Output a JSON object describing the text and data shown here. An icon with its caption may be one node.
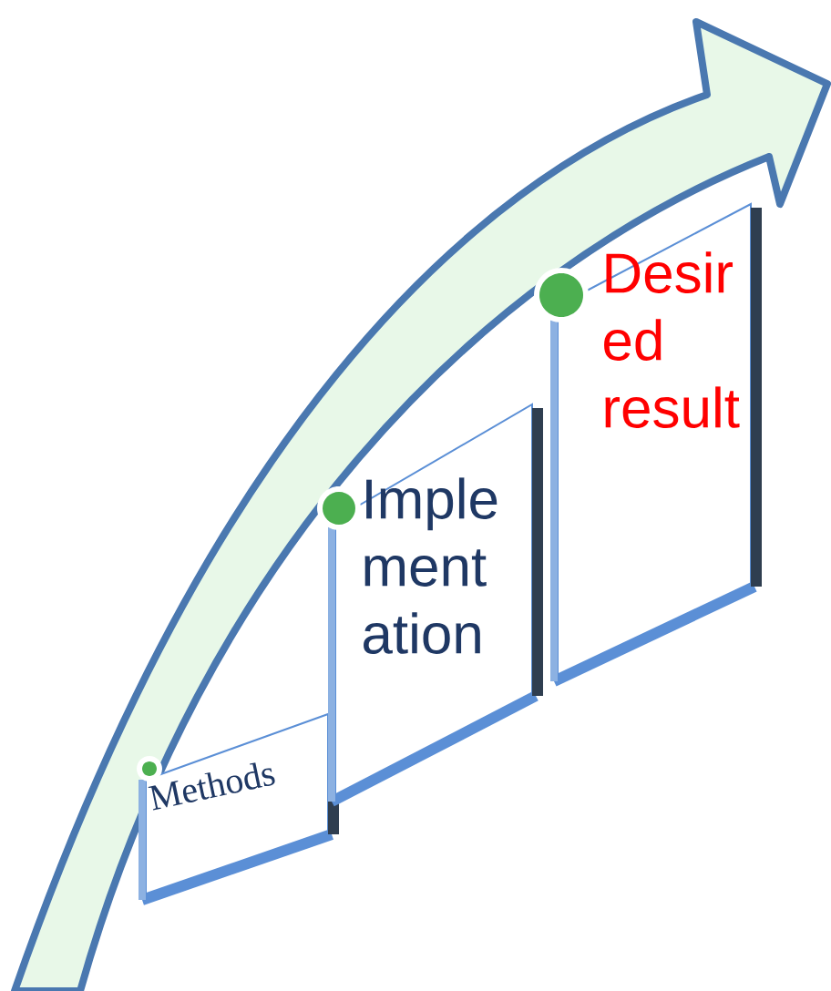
{
  "diagram": {
    "nodes": [
      {
        "text": [
          "Methods"
        ]
      },
      {
        "text": [
          "Imple ment ation"
        ]
      },
      {
        "text": [
          "Desir ed result"
        ]
      }
    ]
  }
}
